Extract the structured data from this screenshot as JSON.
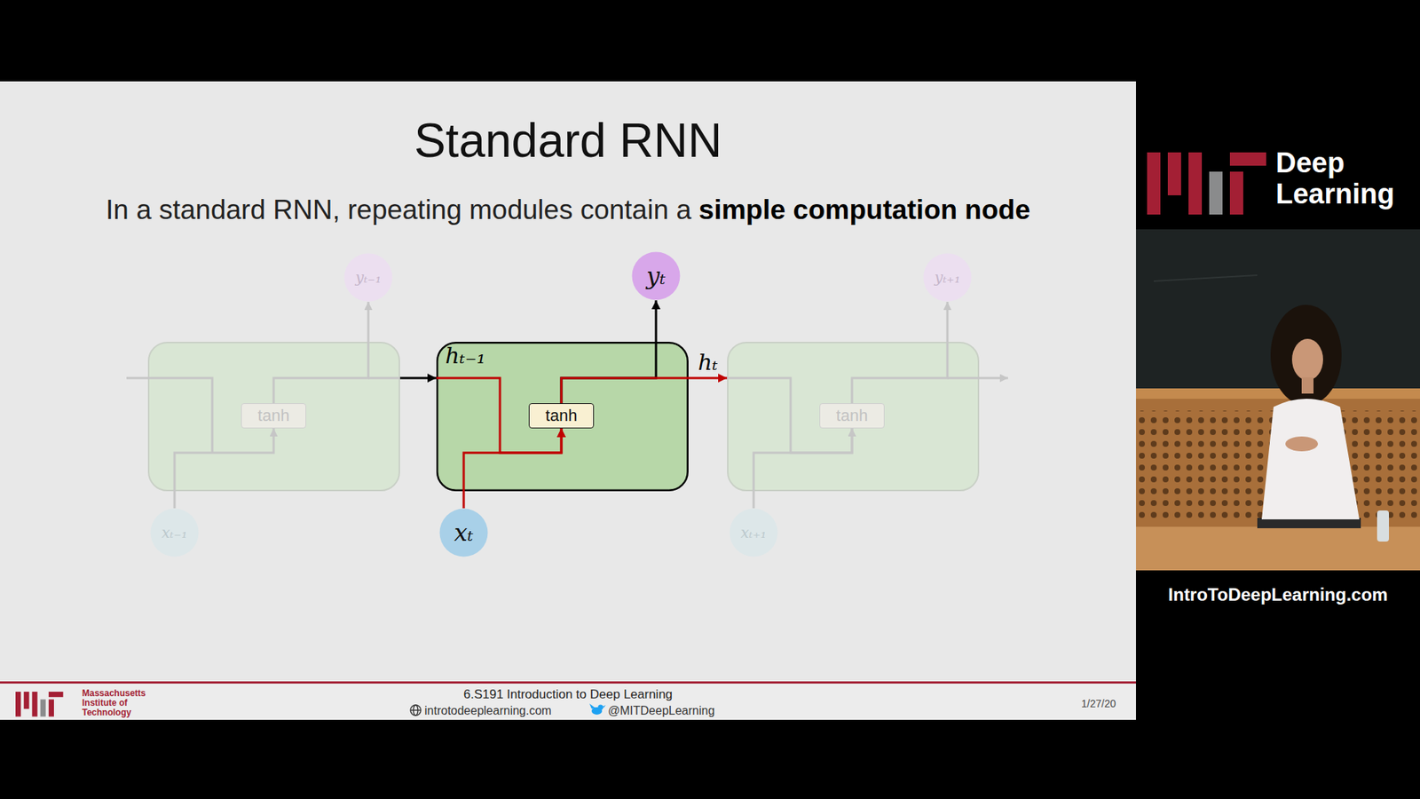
{
  "diagram": {
    "title": "Standard RNN",
    "nodes": [
      {
        "text": [
          "yₜ₋₁"
        ]
      },
      {
        "text": [
          "yₜ"
        ]
      },
      {
        "text": [
          "yₜ₊₁"
        ]
      },
      {
        "text": []
      },
      {
        "text": [
          "tanh"
        ],
        "in": 3
      },
      {
        "text": [
          "hₜ₋₁"
        ]
      },
      {
        "text": [
          "tanh"
        ],
        "in": 5
      },
      {
        "text": []
      },
      {
        "text": [
          "tanh"
        ],
        "in": 7
      },
      {
        "text": [
          "xₜ₋₁"
        ]
      },
      {
        "text": [
          "xₜ"
        ]
      },
      {
        "text": [
          "xₜ₊₁"
        ]
      }
    ],
    "edges": [
      {
        "from": 9,
        "to": 4,
        "arrow": "to"
      },
      {
        "from": 4,
        "to": 0,
        "arrow": "to"
      },
      {
        "from": 3,
        "to": 5,
        "arrow": "to"
      },
      {
        "from": 5,
        "to": 6,
        "arrow": "to"
      },
      {
        "from": 10,
        "to": 6,
        "arrow": "to"
      },
      {
        "from": 6,
        "to": 1,
        "arrow": "to"
      },
      {
        "from": 6,
        "to": 7,
        "label": "hₜ",
        "arrow": "to"
      },
      {
        "from": 7,
        "to": 8,
        "arrow": "to"
      },
      {
        "from": 11,
        "to": 8,
        "arrow": "to"
      },
      {
        "from": 8,
        "to": 2,
        "arrow": "to"
      }
    ],
    "labels": [
      "In a standard RNN, repeating modules contain a",
      "simple computation node",
      "Massachusetts Institute of Technology",
      "6.S191 Introduction to Deep Learning",
      "introtodeeplearning.com",
      "@MITDeepLearning",
      "1/27/20",
      "Deep Learning",
      "IntroToDeepLearning.com"
    ]
  }
}
